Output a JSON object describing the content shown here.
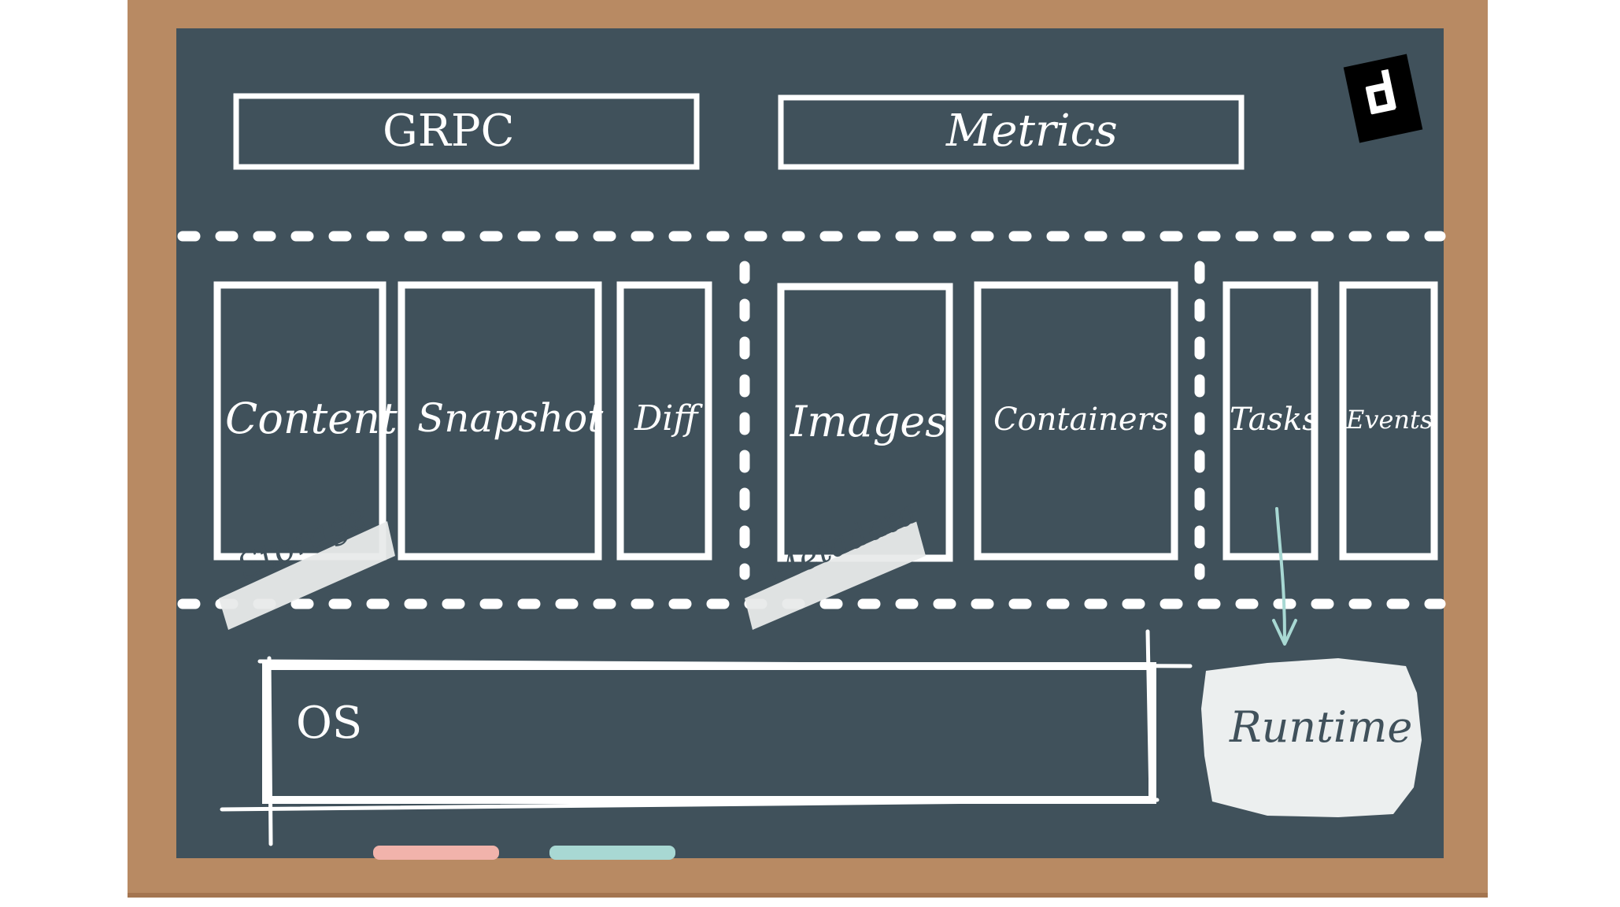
{
  "labels": {
    "grpc": "GRPC",
    "metrics": "Metrics",
    "content": "Content",
    "snapshot": "Snapshot",
    "diff": "Diff",
    "images": "Images",
    "containers": "Containers",
    "tasks": "Tasks",
    "events": "Events",
    "storage": "Storage",
    "metadata": "Metadata",
    "os": "OS",
    "runtime": "Runtime"
  },
  "colors": {
    "board": "#40515b",
    "frame": "#b88a63",
    "chalk": "#ffffff",
    "chalk_pink": "#f1b3ab",
    "chalk_teal": "#a8d8d3",
    "arrow": "#a8d8d3"
  },
  "icons": {
    "logo": "d-logo-icon"
  }
}
